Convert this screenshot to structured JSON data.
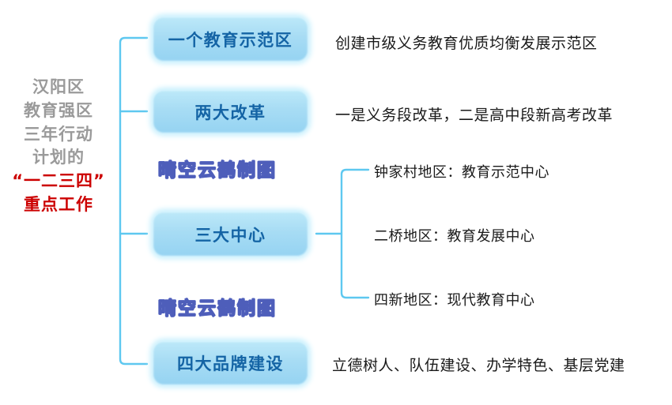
{
  "diagram": {
    "title_lines": [
      {
        "text": "汉阳区",
        "color": "#9a9a9a"
      },
      {
        "text": "教育强区",
        "color": "#9a9a9a"
      },
      {
        "text": "三年行动",
        "color": "#9a9a9a"
      },
      {
        "text": "计划的",
        "color": "#9a9a9a"
      },
      {
        "text": "“一二三四”",
        "color": "#cc0000"
      },
      {
        "text": "重点工作",
        "color": "#cc0000"
      }
    ],
    "nodes": [
      {
        "label": "一个教育示范区",
        "desc": "创建市级义务教育优质均衡发展示范区"
      },
      {
        "label": "两大改革",
        "desc": "一是义务段改革，二是高中段新高考改革"
      },
      {
        "label": "三大中心",
        "desc": ""
      },
      {
        "label": "四大品牌建设",
        "desc": "立德树人、队伍建设、办学特色、基层党建"
      }
    ],
    "center_items": [
      "钟家村地区：教育示范中心",
      "二桥地区：教育发展中心",
      "四新地区：现代教育中心"
    ],
    "watermarks": [
      "晴空云鹤制图",
      "晴空云鹤制图"
    ],
    "colors": {
      "node_fill_top": "#bde9f9",
      "node_fill_bottom": "#95d3f2",
      "node_glow": "#c8f0fd",
      "node_text": "#1464a5",
      "connector": "#5ec8f0",
      "title_grey": "#9a9a9a",
      "title_red": "#cc0000",
      "body_text": "#1a1a1a",
      "watermark_stroke": "#3f51b5"
    }
  }
}
